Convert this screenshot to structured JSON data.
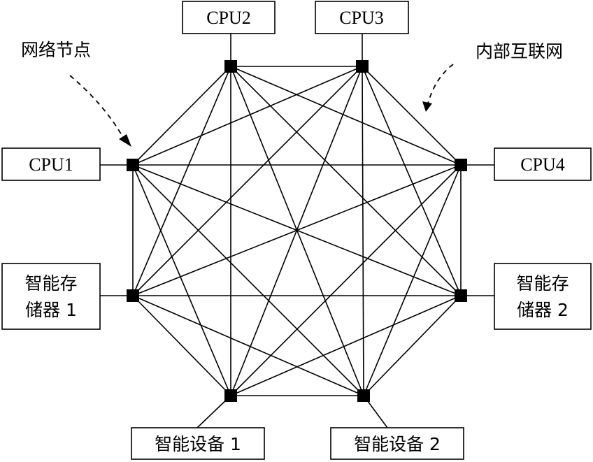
{
  "nodes": [
    {
      "id": "cpu2",
      "label": "CPU2"
    },
    {
      "id": "cpu3",
      "label": "CPU3"
    },
    {
      "id": "cpu4",
      "label": "CPU4"
    },
    {
      "id": "storage2",
      "label_line1": "智能存",
      "label_line2": "储器 2"
    },
    {
      "id": "device2",
      "label": "智能设备 2"
    },
    {
      "id": "device1",
      "label": "智能设备 1"
    },
    {
      "id": "storage1",
      "label_line1": "智能存",
      "label_line2": "储器 1"
    },
    {
      "id": "cpu1",
      "label": "CPU1"
    }
  ],
  "annotations": {
    "network_node": "网络节点",
    "interconnect": "内部互联网"
  },
  "colors": {
    "line": "#000000",
    "node": "#000000",
    "background": "#ffffff"
  }
}
